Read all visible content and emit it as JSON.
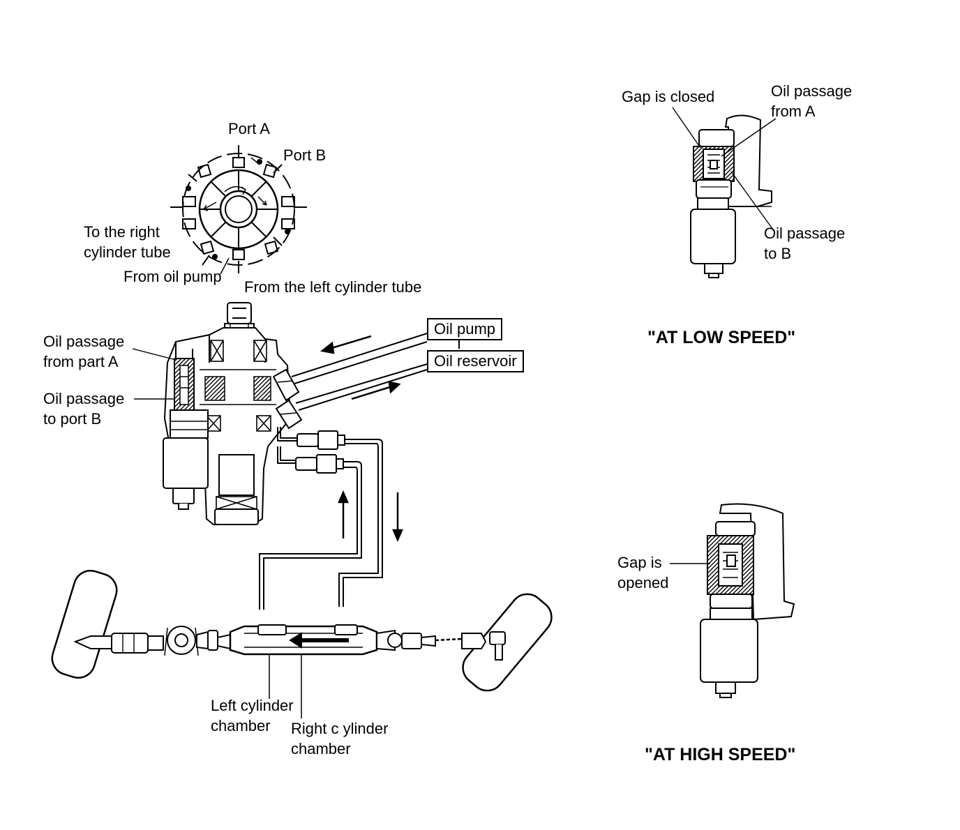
{
  "labels": {
    "port_a": "Port A",
    "port_b": "Port B",
    "to_right_cylinder_tube": [
      "To the right",
      "cylinder tube"
    ],
    "from_oil_pump": "From oil pump",
    "from_left_cylinder_tube": "From the left cylinder tube",
    "oil_passage_from_part_a": [
      "Oil passage",
      "from part A"
    ],
    "oil_passage_to_port_b": [
      "Oil passage",
      "to port B"
    ],
    "oil_pump": "Oil pump",
    "oil_reservoir": "Oil reservoir",
    "left_cylinder_chamber": [
      "Left cylinder",
      "chamber"
    ],
    "right_cylinder_chamber": [
      "Right c ylinder",
      "chamber"
    ],
    "gap_is_closed": "Gap is closed",
    "oil_passage_from_a": [
      "Oil passage",
      "from A"
    ],
    "oil_passage_to_b": [
      "Oil passage",
      "to B"
    ],
    "gap_is_opened": [
      "Gap is",
      "opened"
    ]
  },
  "titles": {
    "low_speed": "\"AT LOW SPEED\"",
    "high_speed": "\"AT HIGH SPEED\""
  }
}
